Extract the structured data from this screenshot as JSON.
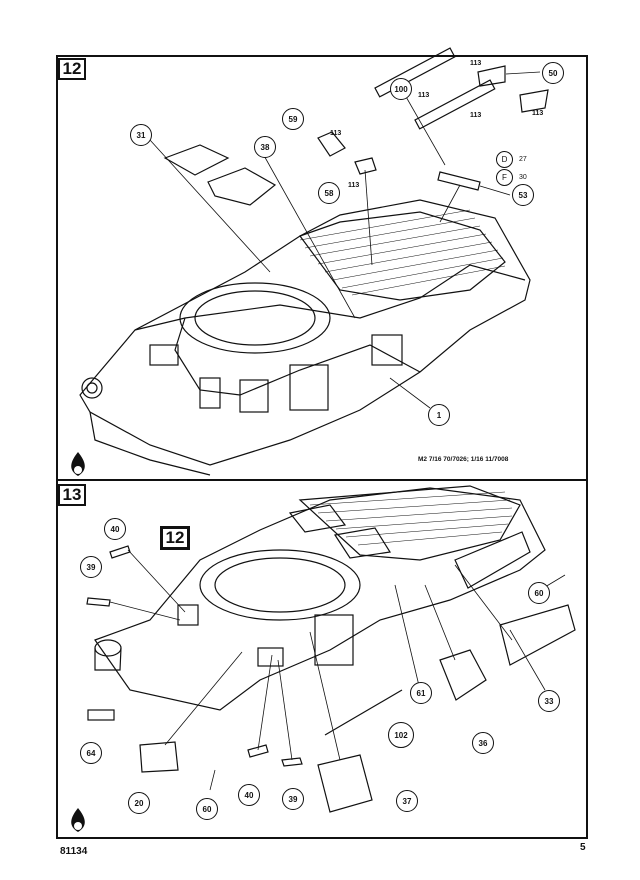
{
  "steps": {
    "step12": {
      "number": "12"
    },
    "step13": {
      "number": "13",
      "inset_ref": "12"
    }
  },
  "callouts12": {
    "p31": "31",
    "p38": "38",
    "p59": "59",
    "p58": "58",
    "p100": "100",
    "p50": "50",
    "p53": "53",
    "p1": "1"
  },
  "callouts13": {
    "p40a": "40",
    "p39a": "39",
    "p64": "64",
    "p20": "20",
    "p60a": "60",
    "p40b": "40",
    "p39b": "39",
    "p37": "37",
    "p102": "102",
    "p36": "36",
    "p61": "61",
    "p33": "33",
    "p60b": "60"
  },
  "labels113": [
    "113",
    "113",
    "113",
    "113",
    "113",
    "113"
  ],
  "paint_refs": [
    {
      "letter": "D",
      "code": "27"
    },
    {
      "letter": "F",
      "code": "30"
    }
  ],
  "measurement_ref": "M2 7/16 70/7026; 1/16 11/7008",
  "footer": {
    "kit_number": "81134",
    "page_number": "5"
  },
  "icons": [
    "glue-drop-icon"
  ]
}
